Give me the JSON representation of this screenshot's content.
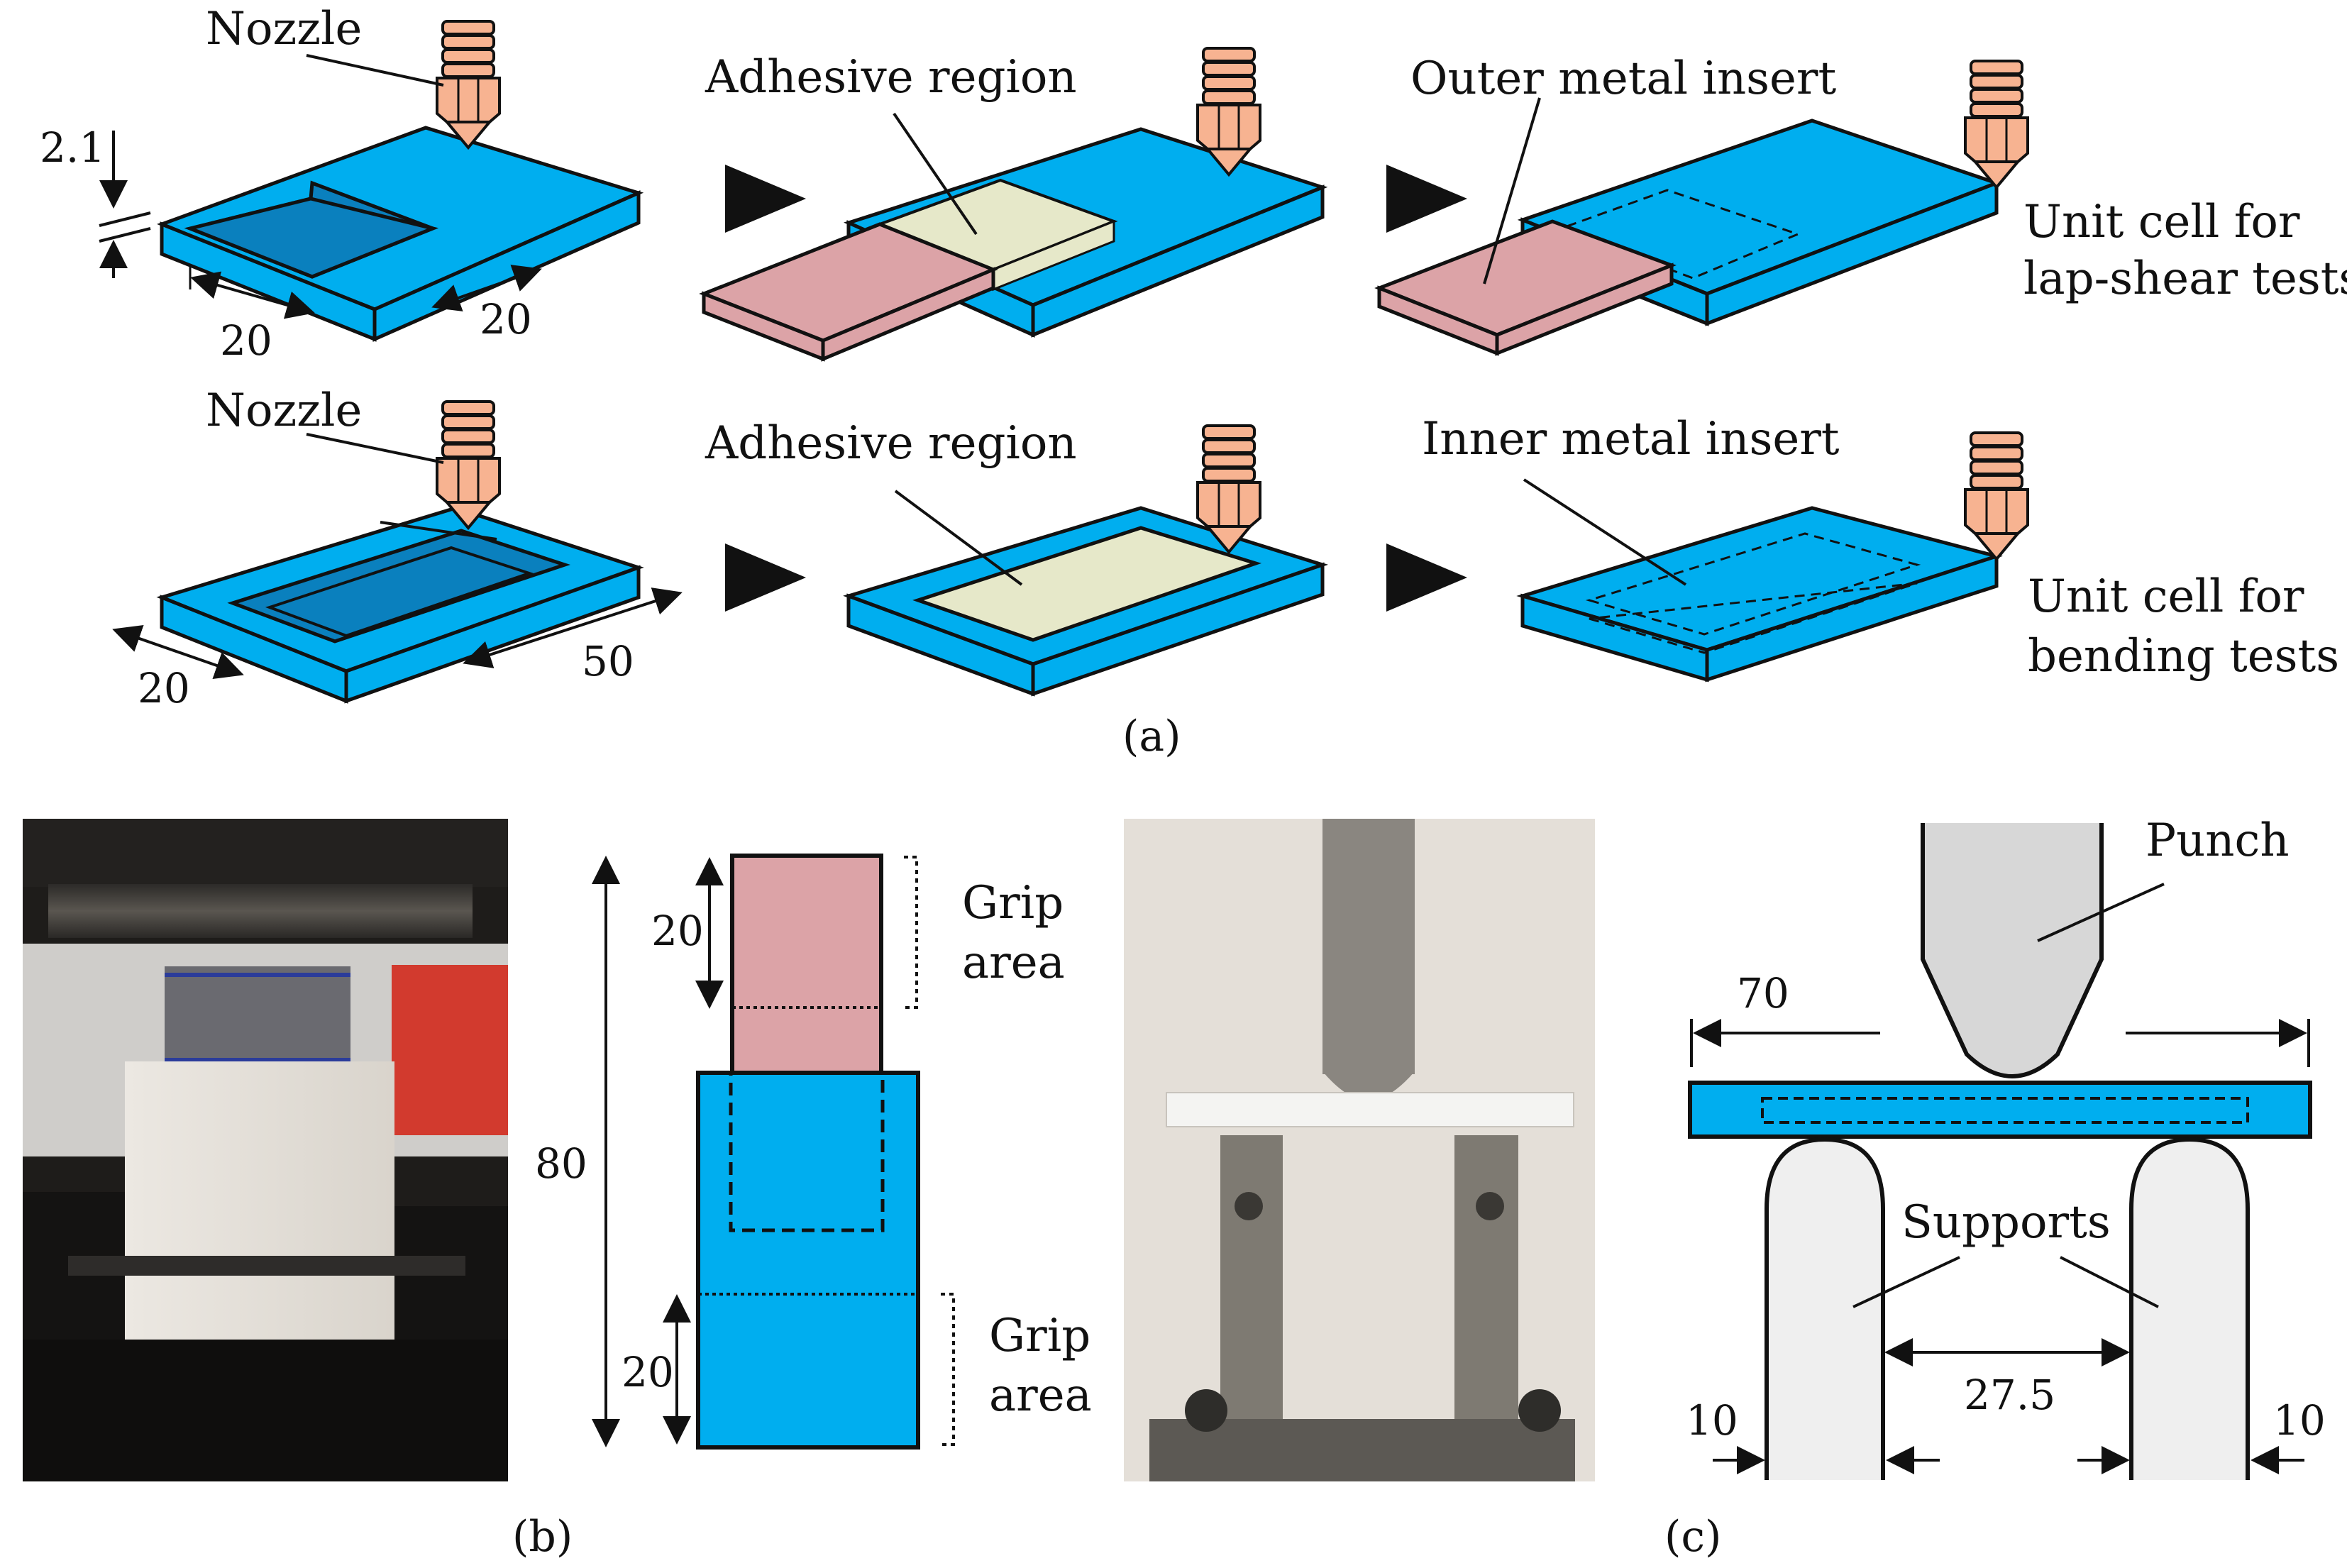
{
  "colors": {
    "blue": "#00AEEF",
    "blue_dark": "#0A80BE",
    "adhesive": "#E6E8C9",
    "metal": "#DCA3A7",
    "nozzle": "#F7B391",
    "support": "#EFEFEF",
    "punch": "#D7D7D7",
    "stroke": "#111111"
  },
  "panel_a": {
    "row1": {
      "nozzle_label": "Nozzle",
      "adhesive_label": "Adhesive region",
      "insert_label": "Outer metal insert",
      "cell_label_line1": "Unit cell for",
      "cell_label_line2": "lap-shear tests",
      "dim_thickness": "2.1",
      "dim_left": "20",
      "dim_right": "20"
    },
    "row2": {
      "nozzle_label": "Nozzle",
      "adhesive_label": "Adhesive region",
      "insert_label": "Inner metal insert",
      "cell_label_line1": "Unit cell for",
      "cell_label_line2": "bending tests",
      "dim_left": "20",
      "dim_right": "50"
    },
    "caption": "(a)",
    "step_arrow_icon": "triangle-right-icon"
  },
  "panel_b": {
    "dim_total": "80",
    "dim_grip_top": "20",
    "dim_grip_bottom": "20",
    "grip_top_line1": "Grip",
    "grip_top_line2": "area",
    "grip_bottom_line1": "Grip",
    "grip_bottom_line2": "area",
    "caption": "(b)"
  },
  "panel_c": {
    "punch_label": "Punch",
    "supports_label": "Supports",
    "dim_length": "70",
    "dim_span": "27.5",
    "dim_left": "10",
    "dim_right": "10",
    "caption": "(c)"
  }
}
